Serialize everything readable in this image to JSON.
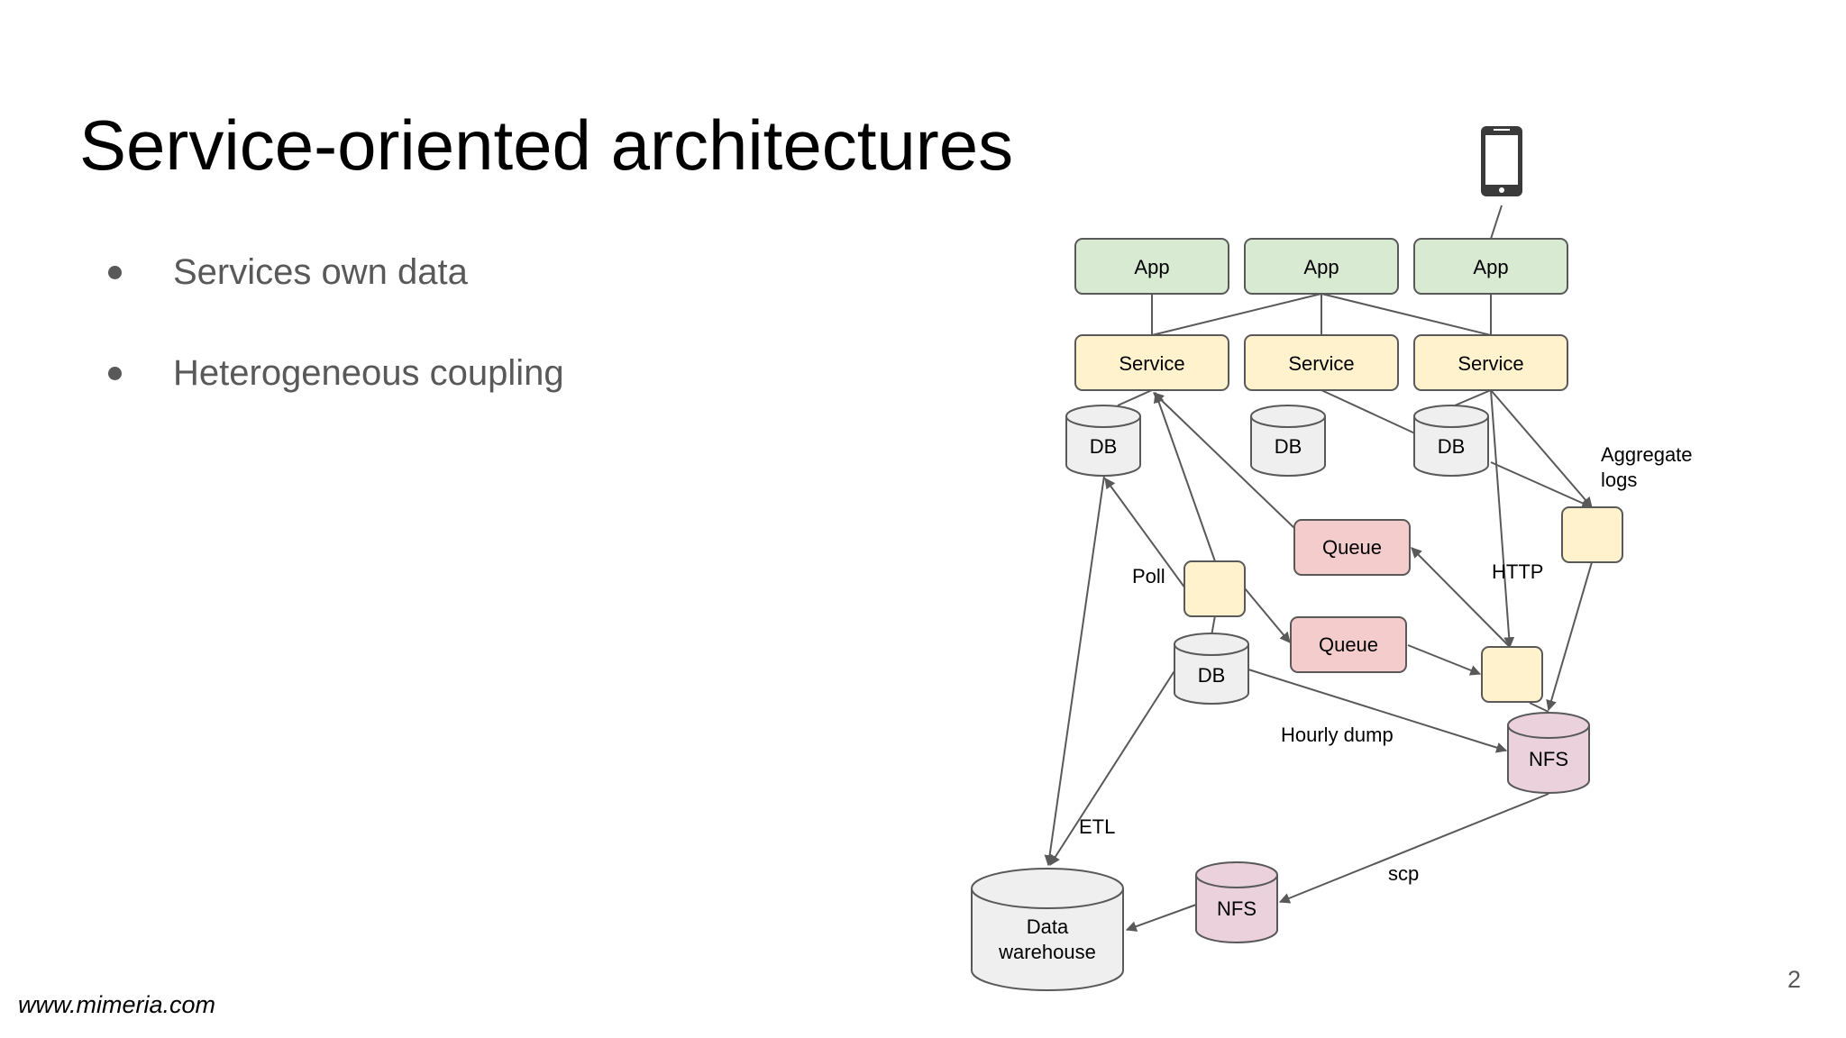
{
  "slide": {
    "title": "Service-oriented architectures",
    "bullets": [
      "Services own data",
      "Heterogeneous coupling"
    ],
    "footer": "www.mimeria.com",
    "page_number": "2"
  },
  "colors": {
    "app": "#d9ead3",
    "service": "#fff2cc",
    "queue": "#f4cccc",
    "db": "#efefef",
    "nfs": "#ead1dc",
    "stroke": "#595959"
  },
  "diagram": {
    "apps": [
      "App",
      "App",
      "App"
    ],
    "services": [
      "Service",
      "Service",
      "Service"
    ],
    "dbs": [
      "DB",
      "DB",
      "DB",
      "DB"
    ],
    "queues": [
      "Queue",
      "Queue"
    ],
    "nfs": [
      "NFS",
      "NFS"
    ],
    "warehouse": [
      "Data",
      "warehouse"
    ],
    "labels": {
      "aggregate_logs": [
        "Aggregate",
        "logs"
      ],
      "poll": "Poll",
      "http": "HTTP",
      "hourly_dump": "Hourly dump",
      "etl": "ETL",
      "scp": "scp"
    }
  },
  "icons": {
    "device": "smartphone-icon"
  }
}
